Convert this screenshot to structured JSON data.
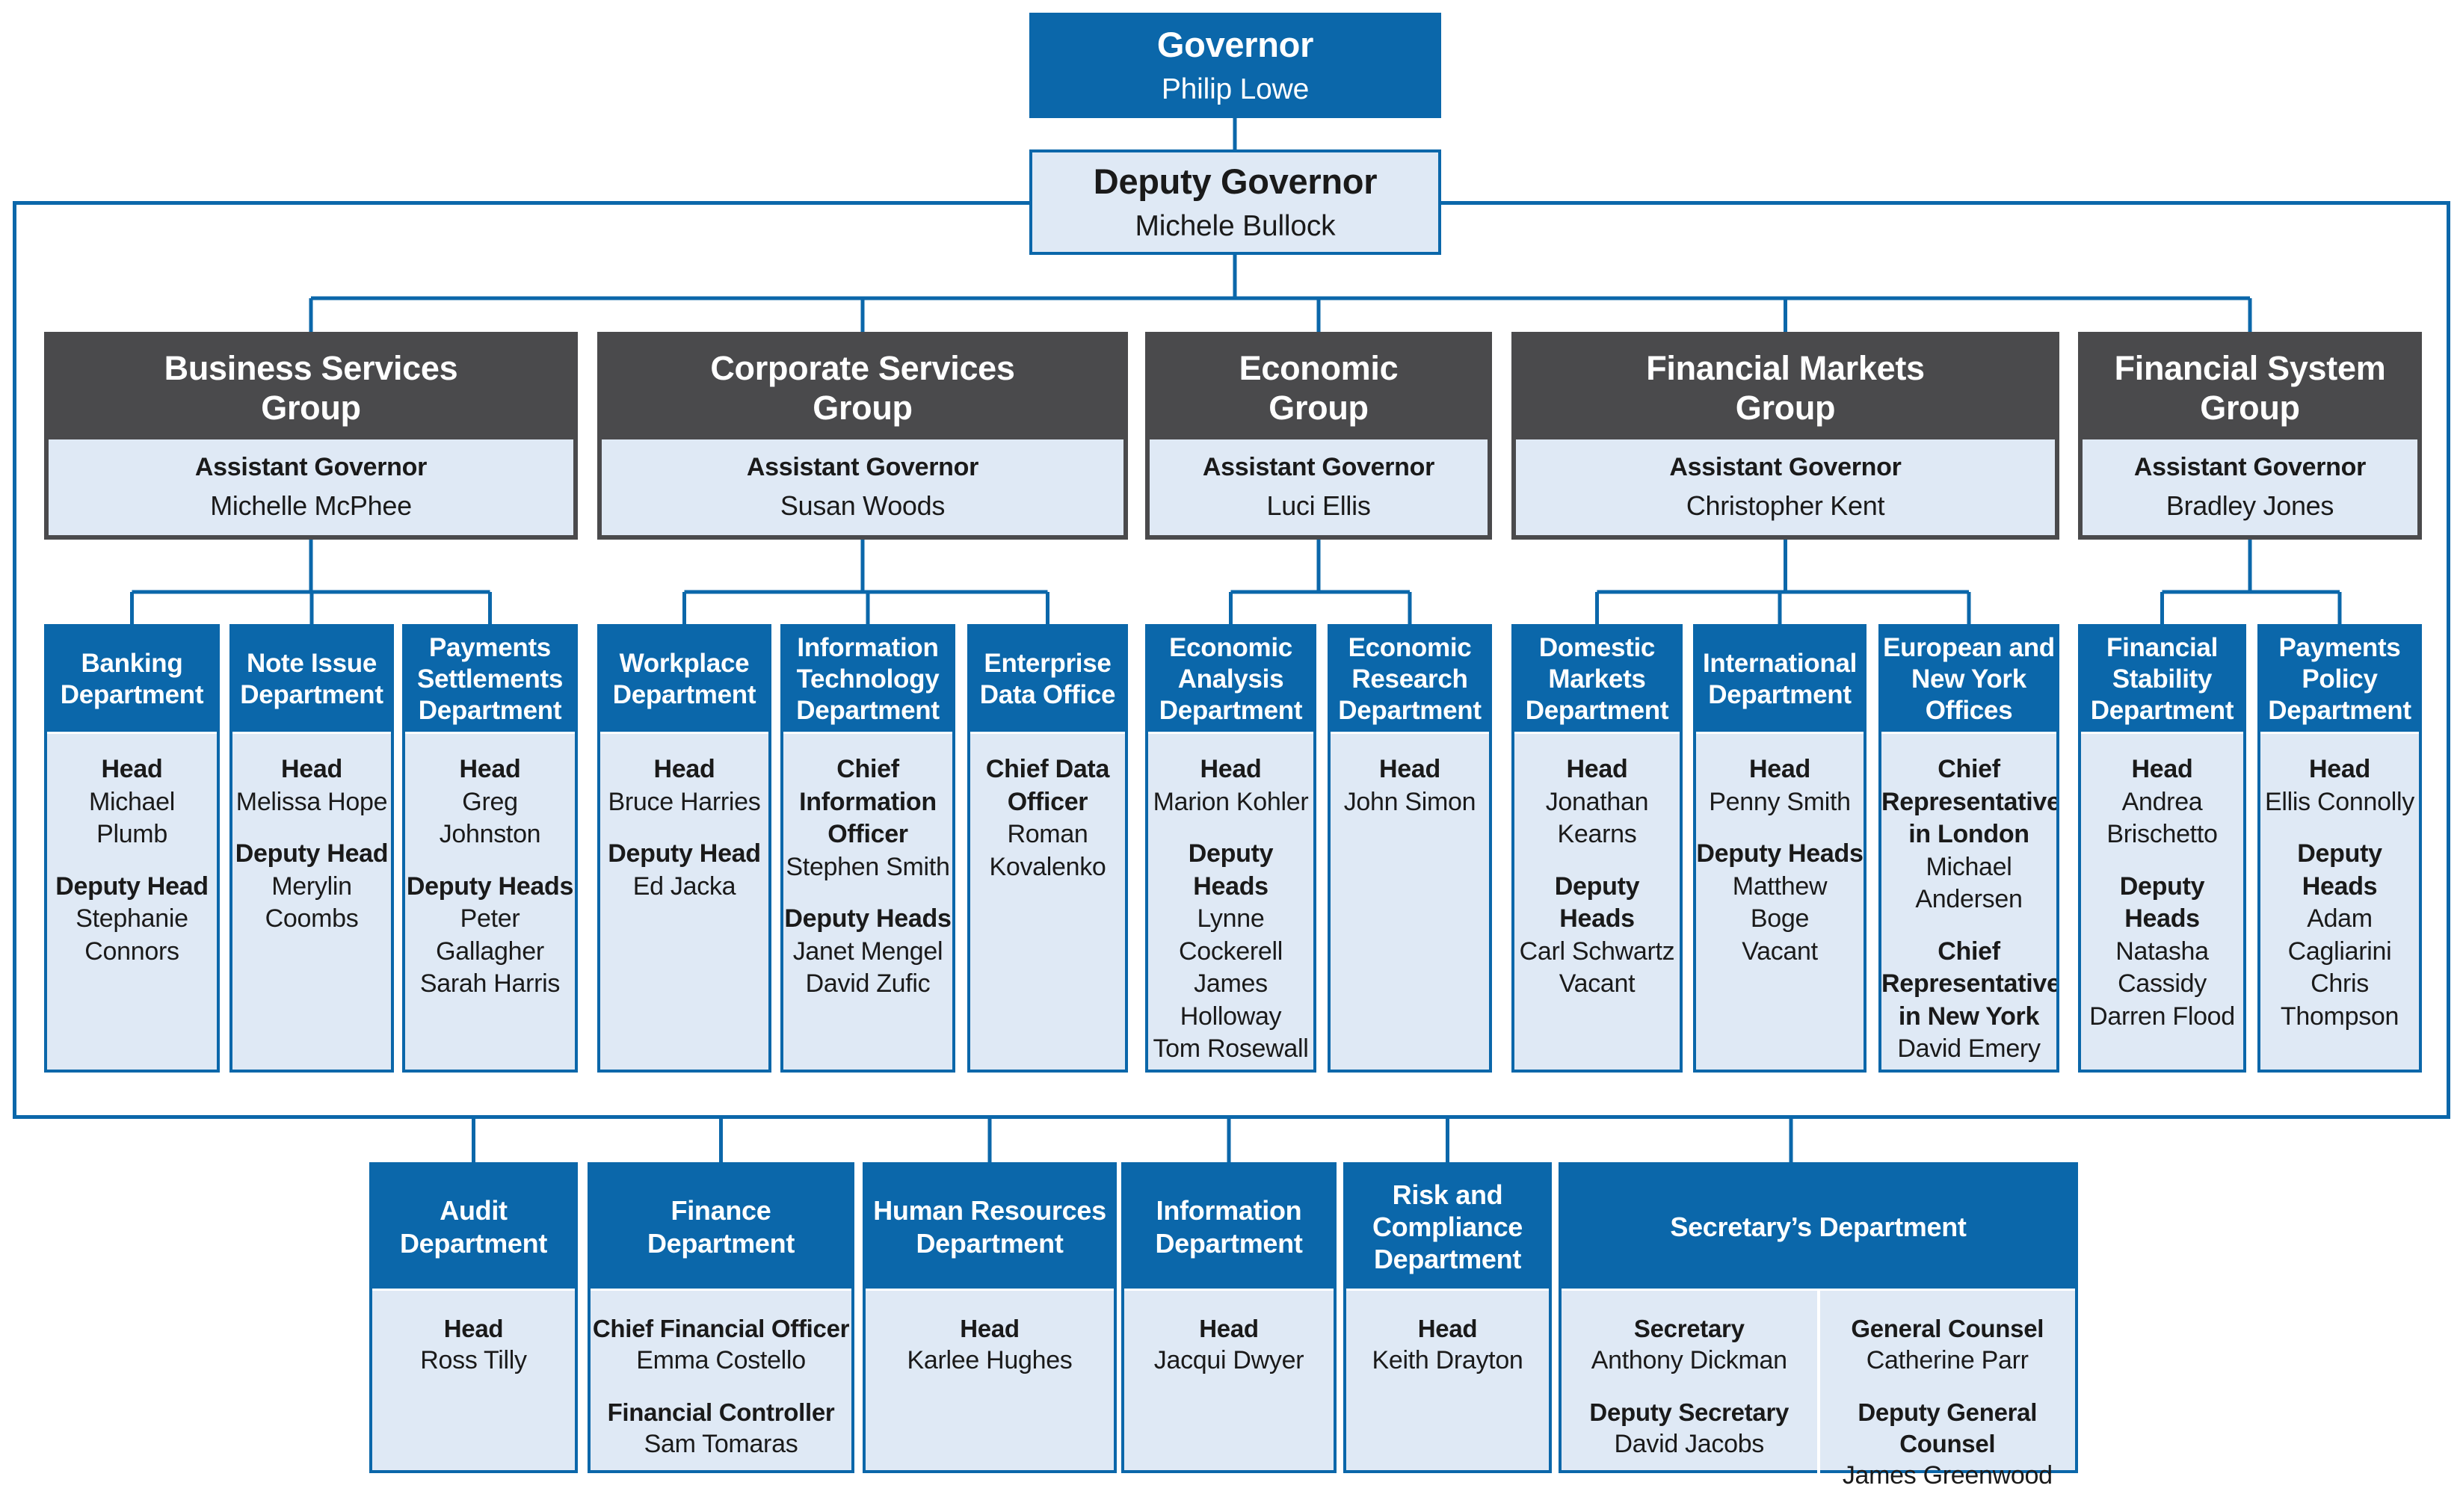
{
  "colors": {
    "header_blue": "#0b67aa",
    "header_gray": "#4a4a4c",
    "panel_light_blue": "#dfe9f5",
    "connector_blue": "#0b67aa",
    "text_dark": "#1a1a1a",
    "text_white": "#ffffff"
  },
  "governor": {
    "title": "Governor",
    "name": "Philip Lowe"
  },
  "deputy_governor": {
    "title": "Deputy Governor",
    "name": "Michele Bullock"
  },
  "groups": [
    {
      "title": "Business Services\nGroup",
      "role": "Assistant Governor",
      "name": "Michelle McPhee",
      "departments": [
        {
          "title": "Banking\nDepartment",
          "entries": [
            {
              "role": "Head",
              "names": [
                "Michael\nPlumb"
              ]
            },
            {
              "role": "Deputy Head",
              "names": [
                "Stephanie\nConnors"
              ]
            }
          ]
        },
        {
          "title": "Note Issue\nDepartment",
          "entries": [
            {
              "role": "Head",
              "names": [
                "Melissa Hope"
              ]
            },
            {
              "role": "Deputy Head",
              "names": [
                "Merylin\nCoombs"
              ]
            }
          ]
        },
        {
          "title": "Payments\nSettlements\nDepartment",
          "entries": [
            {
              "role": "Head",
              "names": [
                "Greg\nJohnston"
              ]
            },
            {
              "role": "Deputy Heads",
              "names": [
                "Peter Gallagher",
                "Sarah Harris"
              ]
            }
          ]
        }
      ]
    },
    {
      "title": "Corporate Services\nGroup",
      "role": "Assistant Governor",
      "name": "Susan Woods",
      "departments": [
        {
          "title": "Workplace\nDepartment",
          "entries": [
            {
              "role": "Head",
              "names": [
                "Bruce Harries"
              ]
            },
            {
              "role": "Deputy Head",
              "names": [
                "Ed Jacka"
              ]
            }
          ]
        },
        {
          "title": "Information\nTechnology\nDepartment",
          "entries": [
            {
              "role": "Chief\nInformation\nOfficer",
              "names": [
                "Stephen Smith"
              ]
            },
            {
              "role": "Deputy Heads",
              "names": [
                "Janet Mengel",
                "David Zufic"
              ]
            }
          ]
        },
        {
          "title": "Enterprise\nData Office",
          "entries": [
            {
              "role": "Chief Data\nOfficer",
              "names": [
                "Roman\nKovalenko"
              ]
            }
          ]
        }
      ]
    },
    {
      "title": "Economic\nGroup",
      "role": "Assistant Governor",
      "name": "Luci Ellis",
      "departments": [
        {
          "title": "Economic\nAnalysis\nDepartment",
          "entries": [
            {
              "role": "Head",
              "names": [
                "Marion Kohler"
              ]
            },
            {
              "role": "Deputy Heads",
              "names": [
                "Lynne Cockerell",
                "James Holloway",
                "Tom Rosewall"
              ]
            }
          ]
        },
        {
          "title": "Economic\nResearch\nDepartment",
          "entries": [
            {
              "role": "Head",
              "names": [
                "John Simon"
              ]
            }
          ]
        }
      ]
    },
    {
      "title": "Financial Markets\nGroup",
      "role": "Assistant Governor",
      "name": "Christopher Kent",
      "departments": [
        {
          "title": "Domestic\nMarkets\nDepartment",
          "entries": [
            {
              "role": "Head",
              "names": [
                "Jonathan\nKearns"
              ]
            },
            {
              "role": "Deputy Heads",
              "names": [
                "Carl Schwartz",
                "Vacant"
              ]
            }
          ]
        },
        {
          "title": "International\nDepartment",
          "entries": [
            {
              "role": "Head",
              "names": [
                "Penny Smith"
              ]
            },
            {
              "role": "Deputy Heads",
              "names": [
                "Matthew\nBoge",
                "Vacant"
              ]
            }
          ]
        },
        {
          "title": "European and\nNew York\nOffices",
          "entries": [
            {
              "role": "Chief\nRepresentative\nin London",
              "names": [
                "Michael\nAndersen"
              ]
            },
            {
              "role": "Chief\nRepresentative\nin New York",
              "names": [
                "David Emery"
              ]
            }
          ]
        }
      ]
    },
    {
      "title": "Financial System\nGroup",
      "role": "Assistant Governor",
      "name": "Bradley Jones",
      "departments": [
        {
          "title": "Financial\nStability\nDepartment",
          "entries": [
            {
              "role": "Head",
              "names": [
                "Andrea\nBrischetto"
              ]
            },
            {
              "role": "Deputy Heads",
              "names": [
                "Natasha\nCassidy",
                "Darren Flood"
              ]
            }
          ]
        },
        {
          "title": "Payments\nPolicy\nDepartment",
          "entries": [
            {
              "role": "Head",
              "names": [
                "Ellis Connolly"
              ]
            },
            {
              "role": "Deputy Heads",
              "names": [
                "Adam\nCagliarini",
                "Chris\nThompson"
              ]
            }
          ]
        }
      ]
    }
  ],
  "bottom_departments": [
    {
      "title": "Audit\nDepartment",
      "entries": [
        {
          "role": "Head",
          "names": [
            "Ross Tilly"
          ]
        }
      ]
    },
    {
      "title": "Finance\nDepartment",
      "entries": [
        {
          "role": "Chief Financial Officer",
          "names": [
            "Emma Costello"
          ]
        },
        {
          "role": "Financial Controller",
          "names": [
            "Sam Tomaras"
          ]
        }
      ]
    },
    {
      "title": "Human Resources\nDepartment",
      "entries": [
        {
          "role": "Head",
          "names": [
            "Karlee Hughes"
          ]
        }
      ]
    },
    {
      "title": "Information\nDepartment",
      "entries": [
        {
          "role": "Head",
          "names": [
            "Jacqui Dwyer"
          ]
        }
      ]
    },
    {
      "title": "Risk and\nCompliance\nDepartment",
      "entries": [
        {
          "role": "Head",
          "names": [
            "Keith Drayton"
          ]
        }
      ]
    },
    {
      "title": "Secretary’s Department",
      "columns": [
        {
          "entries": [
            {
              "role": "Secretary",
              "names": [
                "Anthony Dickman"
              ]
            },
            {
              "role": "Deputy Secretary",
              "names": [
                "David Jacobs"
              ]
            }
          ]
        },
        {
          "entries": [
            {
              "role": "General Counsel",
              "names": [
                "Catherine Parr"
              ]
            },
            {
              "role": "Deputy General Counsel",
              "names": [
                "James Greenwood"
              ]
            }
          ]
        }
      ]
    }
  ]
}
